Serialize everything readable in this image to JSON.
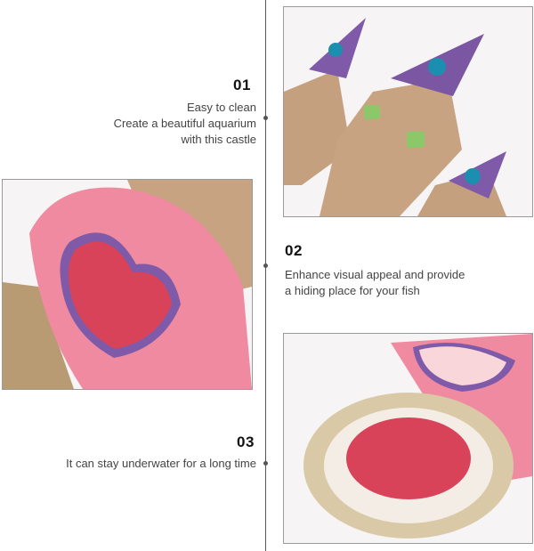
{
  "features": [
    {
      "number": "01",
      "lines": [
        "Easy to clean",
        "Create a beautiful aquarium",
        "with this castle"
      ]
    },
    {
      "number": "02",
      "lines": [
        "Enhance visual appeal and provide",
        "a hiding place for your fish"
      ]
    },
    {
      "number": "03",
      "lines": [
        "It can stay underwater for a long time"
      ]
    }
  ],
  "colors": {
    "tower": "#c8a382",
    "roof": "#7e5aa8",
    "gem": "#1c8fb0",
    "pink": "#ef8aa0",
    "opening": "#d9435a",
    "timeline": "#555555"
  }
}
